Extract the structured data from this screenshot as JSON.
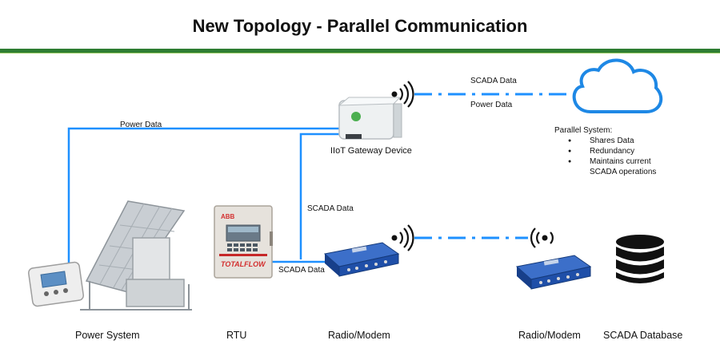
{
  "title": "New Topology - Parallel Communication",
  "labels": {
    "power_data_top": "Power Data",
    "scada_data_top": "SCADA Data",
    "power_data_cloud": "Power Data",
    "iiot_gateway": "IIoT Gateway Device",
    "scada_data_vertical": "SCADA Data",
    "scada_data_rtu": "SCADA Data"
  },
  "devices": {
    "power_system": "Power System",
    "rtu": "RTU",
    "radio_modem_1": "Radio/Modem",
    "radio_modem_2": "Radio/Modem",
    "scada_database": "SCADA Database"
  },
  "rtu_brand": {
    "abb": "ABB",
    "totalflow": "TOTALFLOW"
  },
  "parallel_system": {
    "heading": "Parallel System:",
    "items": [
      "Shares Data",
      "Redundancy",
      "Maintains current",
      "SCADA operations"
    ]
  },
  "colors": {
    "accent_line": "#1e90ff",
    "title_rule": "#2e7d32",
    "cloud": "#1e88e5",
    "modem": "#1f4fa8"
  }
}
